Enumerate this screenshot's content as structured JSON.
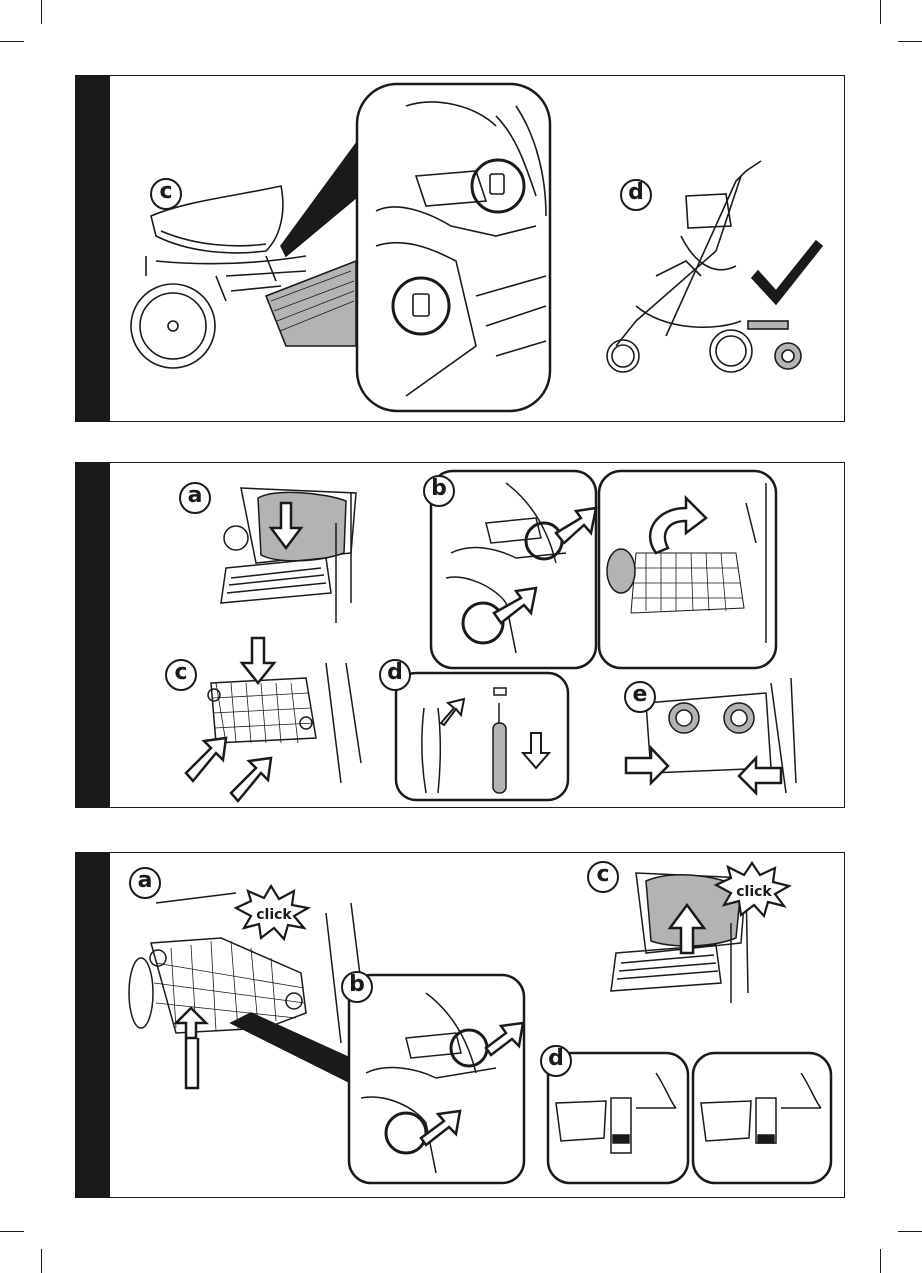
{
  "section1": {
    "labels": {
      "c": "c",
      "d": "d"
    }
  },
  "section2": {
    "labels": {
      "a": "a",
      "b": "b",
      "c": "c",
      "d": "d",
      "e": "e"
    }
  },
  "section3": {
    "labels": {
      "a": "a",
      "b": "b",
      "c": "c",
      "d": "d"
    },
    "click_a": "click",
    "click_c": "click"
  },
  "colors": {
    "ink": "#1a1a1a",
    "fill_grey": "#b3b3b3",
    "paper": "#ffffff"
  },
  "icons": [
    "checkmark-icon",
    "arrow-down-icon",
    "arrow-up-icon",
    "arrow-diagonal-icon",
    "rotate-arrow-icon",
    "click-burst-icon"
  ]
}
